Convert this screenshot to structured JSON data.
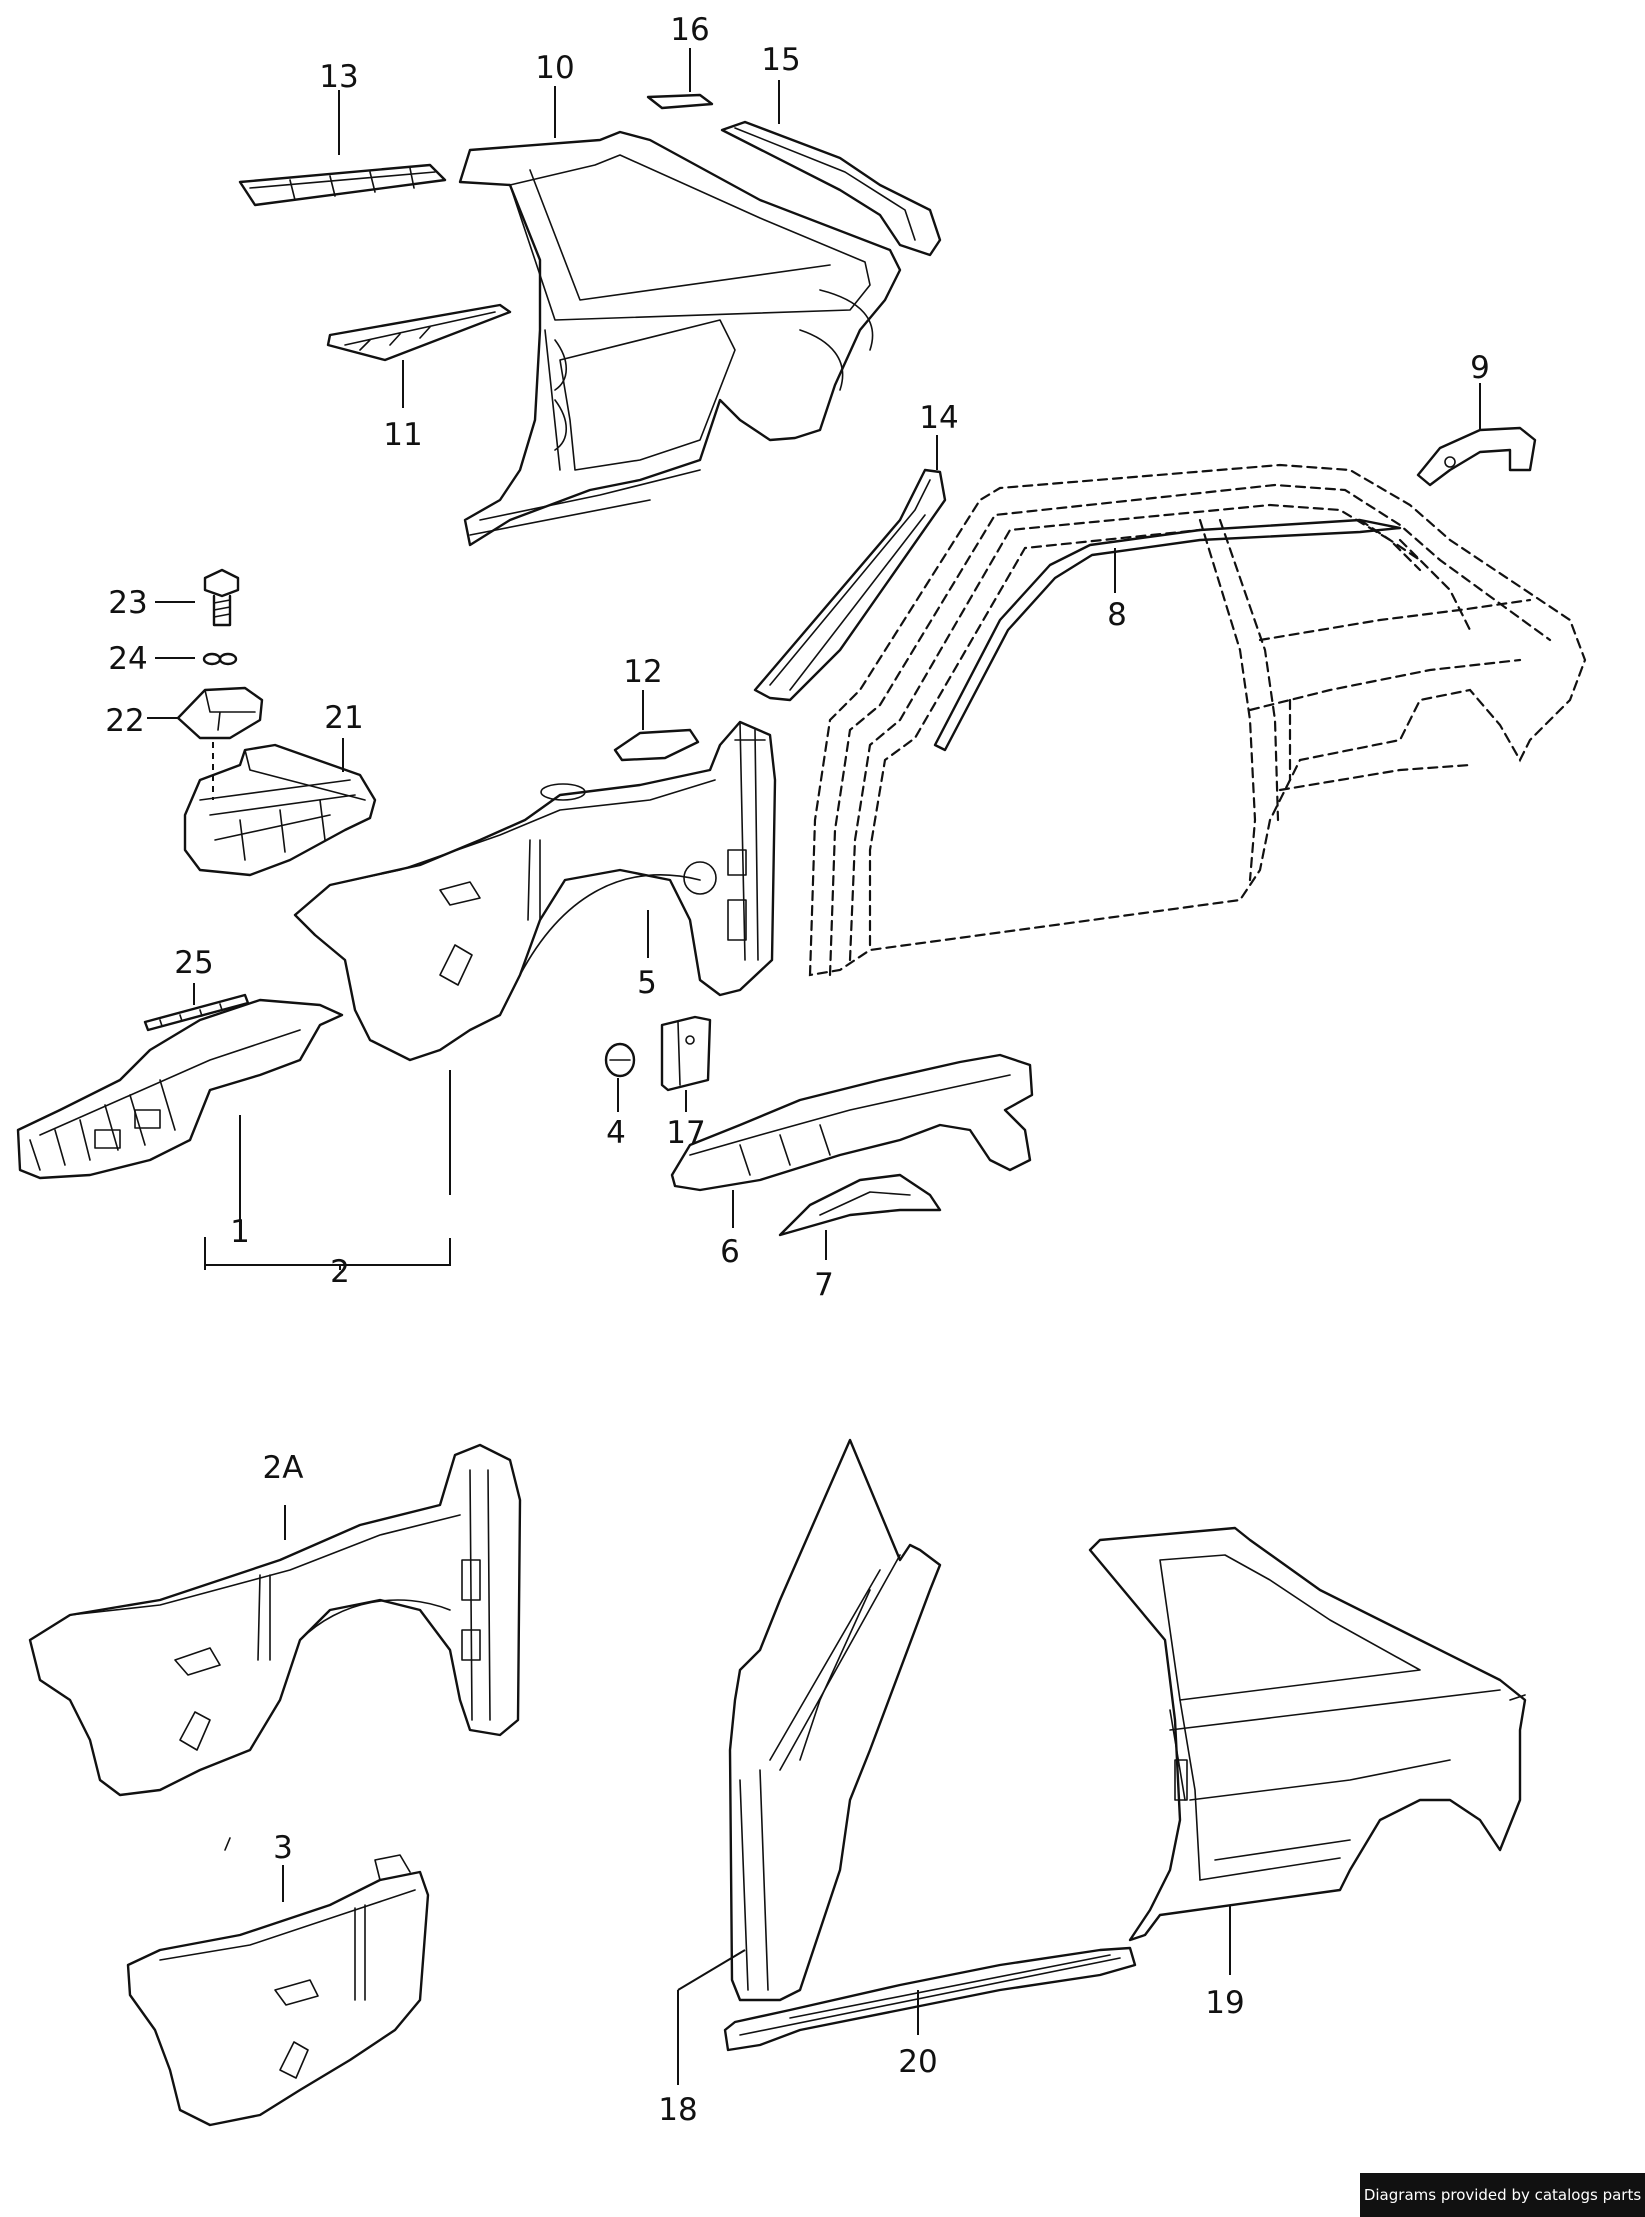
{
  "labels": {
    "l1": "1",
    "l2": "2",
    "l2a": "2A",
    "l3": "3",
    "l4": "4",
    "l5": "5",
    "l6": "6",
    "l7": "7",
    "l8": "8",
    "l9": "9",
    "l10": "10",
    "l11": "11",
    "l12": "12",
    "l13": "13",
    "l14": "14",
    "l15": "15",
    "l16": "16",
    "l17": "17",
    "l18": "18",
    "l19": "19",
    "l20": "20",
    "l21": "21",
    "l22": "22",
    "l23": "23",
    "l24": "24",
    "l25": "25"
  },
  "credit": "Diagrams provided by catalogs parts"
}
